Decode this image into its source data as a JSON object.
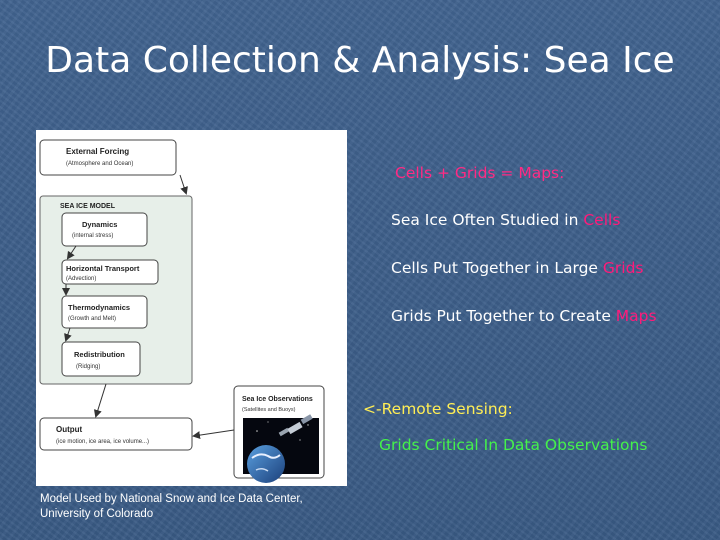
{
  "slide": {
    "title": "Data Collection & Analysis: Sea Ice",
    "caption_line1": "Model Used by National Snow and Ice Data Center,",
    "caption_line2": "University of Colorado"
  },
  "diagram": {
    "external_forcing": {
      "title": "External Forcing",
      "subtitle": "(Atmosphere and Ocean)"
    },
    "model_label": "SEA ICE MODEL",
    "dynamics": {
      "title": "Dynamics",
      "subtitle": "(internal stress)"
    },
    "horizontal_transport": {
      "title": "Horizontal Transport",
      "subtitle": "(Advection)"
    },
    "thermodynamics": {
      "title": "Thermodynamics",
      "subtitle": "(Growth and Melt)"
    },
    "redistribution": {
      "title": "Redistribution",
      "subtitle": "(Ridging)"
    },
    "observations": {
      "title": "Sea Ice Observations",
      "subtitle": "(Satellites and Buoys)"
    },
    "output": {
      "title": "Output",
      "subtitle": "(ice motion, ice area, ice volume...)"
    }
  },
  "text": {
    "heading": "Cells + Grids = Maps:",
    "b1_pre": "Sea Ice Often Studied in ",
    "b1_hl": "Cells",
    "b2_pre": "Cells Put Together in Large ",
    "b2_hl": "Grids",
    "b3_pre": "Grids Put Together to Create ",
    "b3_hl": "Maps",
    "remote": "<-Remote Sensing:",
    "critical": "Grids Critical In Data Observations"
  },
  "colors": {
    "background": "#3d5f8a",
    "heading": "#ff2a84",
    "highlight_word": "#ff1a7a",
    "remote_sensing": "#ffee55",
    "critical": "#44f24a"
  }
}
